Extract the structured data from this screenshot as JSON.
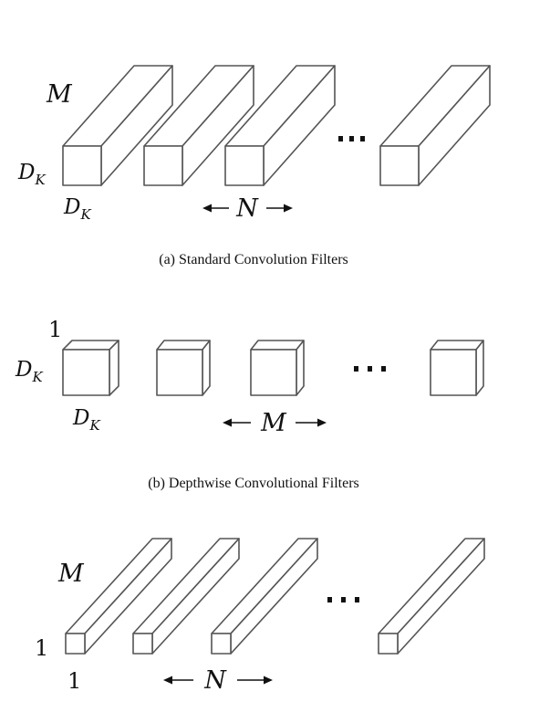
{
  "panels": [
    {
      "id": "a",
      "depth_label": "M",
      "height_label": "D",
      "height_sub": "K",
      "width_label": "D",
      "width_sub": "K",
      "count_label": "N",
      "ellipsis": "...",
      "caption": "(a)  Standard Convolution Filters"
    },
    {
      "id": "b",
      "depth_label": "1",
      "height_label": "D",
      "height_sub": "K",
      "width_label": "D",
      "width_sub": "K",
      "count_label": "M",
      "ellipsis": "...",
      "caption": "(b)  Depthwise Convolutional Filters"
    },
    {
      "id": "c",
      "depth_label": "M",
      "height_label": "1",
      "width_label": "1",
      "count_label": "N",
      "ellipsis": "..."
    }
  ],
  "colors": {
    "stroke": "#555555",
    "text": "#111111",
    "background": "#ffffff"
  }
}
